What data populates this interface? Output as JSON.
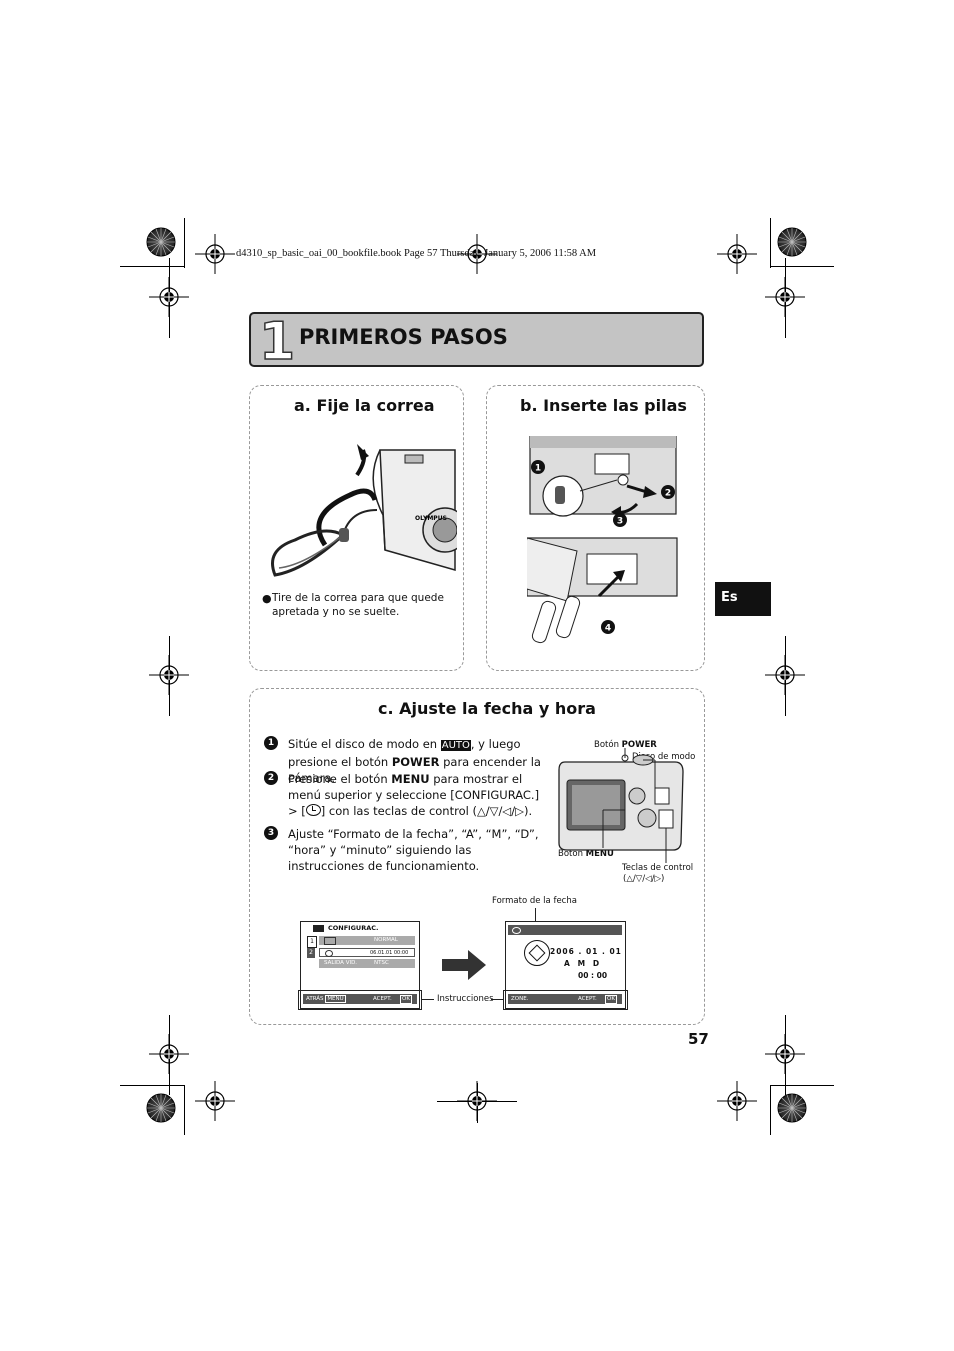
{
  "file_label": "d4310_sp_basic_oai_00_bookfile.book  Page 57  Thursday, January 5, 2006  11:58 AM",
  "chapter": {
    "number": "1",
    "title": "PRIMEROS PASOS"
  },
  "section_a": {
    "title": "a. Fije la correa",
    "note": "Tire de la correa para que quede apretada y no se suelte.",
    "brand": "OLYMPUS"
  },
  "section_b": {
    "title": "b. Inserte las pilas",
    "markers": [
      "1",
      "2",
      "3",
      "4"
    ]
  },
  "section_c": {
    "title": "c. Ajuste la fecha y hora",
    "steps": [
      {
        "num": "1",
        "pre": "Sitúe el disco de modo en ",
        "icon": "AUTO",
        "mid": ", y luego presione el botón ",
        "bold": "POWER",
        "post": " para encender la cámara."
      },
      {
        "num": "2",
        "pre": "Presione el botón ",
        "bold": "MENU",
        "post": " para mostrar el menú superior y seleccione [CONFIGURAC.] > [",
        "post2": "] con las teclas de control (",
        "arrows": "△/▽/◁/▷",
        "post3": ")."
      },
      {
        "num": "3",
        "text": "Ajuste “Formato de la fecha”, “A”, “M”, “D”, “hora” y “minuto” siguiendo las instrucciones de funcionamiento."
      }
    ],
    "camera_labels": {
      "power_pre": "Botón ",
      "power": "POWER",
      "mode_dial": "Disco de modo",
      "menu_pre": "Botón ",
      "menu": "MENU",
      "keys": "Teclas de control",
      "keys_arrows": "(△/▽/◁/▷)"
    },
    "date_format_label": "Formato de la fecha",
    "instructions_label": "Instrucciones",
    "screen1": {
      "title": "CONFIGURAC.",
      "tabs": [
        "1",
        "2"
      ],
      "rows": [
        {
          "value": "NORMAL"
        },
        {
          "value": "06.01.01 00:00"
        },
        {
          "label": "SALIDA VID.",
          "value": "NTSC"
        }
      ],
      "footer_left": "ATRÁS",
      "footer_left_key": "MENU",
      "footer_right": "ACEPT.",
      "footer_right_key": "OK"
    },
    "screen2": {
      "date": "2006 . 01 . 01",
      "order": "A   M   D",
      "time": "00 : 00",
      "footer_left": "ZONE.",
      "footer_right": "ACEPT.",
      "footer_right_key": "OK"
    }
  },
  "language_tab": "Es",
  "page_number": "57"
}
